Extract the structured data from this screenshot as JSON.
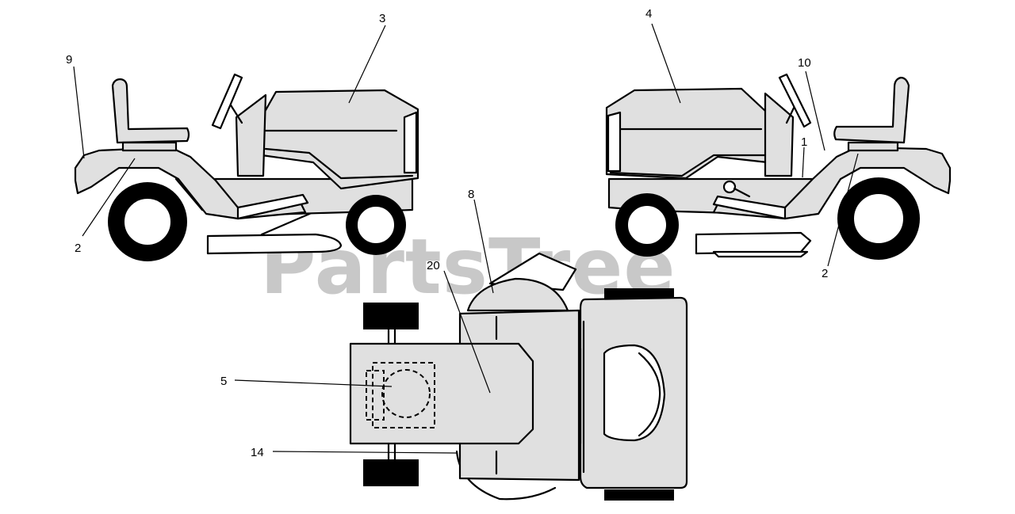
{
  "watermark": "PartsTree",
  "callouts": {
    "c1": "1",
    "c2_left": "2",
    "c2_right": "2",
    "c3": "3",
    "c4": "4",
    "c5": "5",
    "c8": "8",
    "c9": "9",
    "c10": "10",
    "c14": "14",
    "c20": "20"
  }
}
